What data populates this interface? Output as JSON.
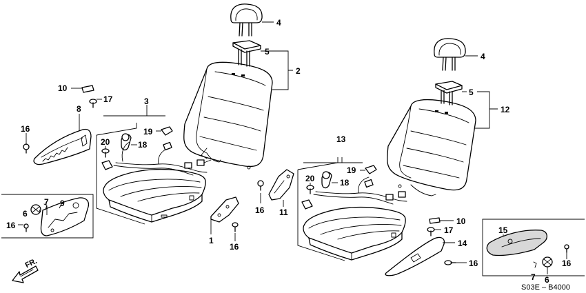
{
  "diagram": {
    "code": "S03E – B4000",
    "direction": "FR.",
    "callouts": {
      "p1": "1",
      "p2": "2",
      "p3": "3",
      "p4a": "4",
      "p4b": "4",
      "p5a": "5",
      "p5b": "5",
      "p6a": "6",
      "p6b": "6",
      "p7a": "7",
      "p7b": "7",
      "p8": "8",
      "p9": "9",
      "p10a": "10",
      "p10b": "10",
      "p11": "11",
      "p12": "12",
      "p13": "13",
      "p14": "14",
      "p15": "15",
      "p16a": "16",
      "p16b": "16",
      "p16c": "16",
      "p16d": "16",
      "p16e": "16",
      "p16f": "16",
      "p17a": "17",
      "p17b": "17",
      "p18a": "18",
      "p18b": "18",
      "p19a": "19",
      "p19b": "19",
      "p20a": "20",
      "p20b": "20"
    }
  }
}
